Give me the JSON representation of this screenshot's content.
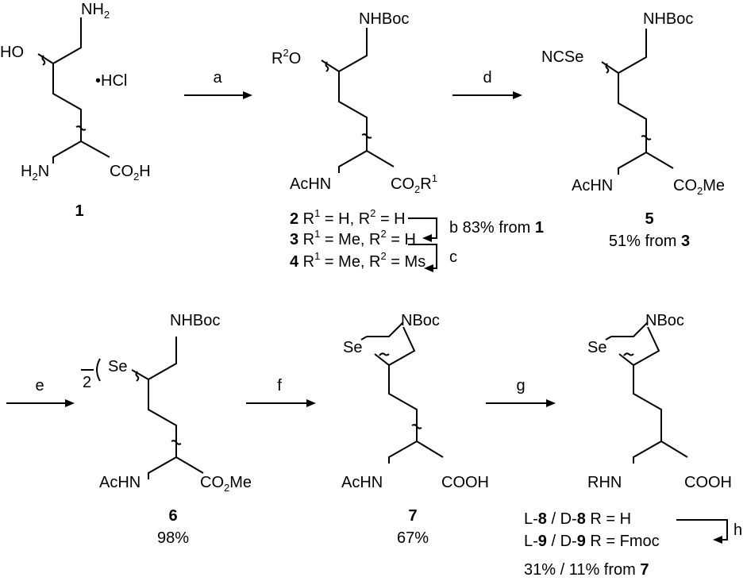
{
  "compounds": {
    "c1": {
      "nh2": "NH",
      "nh2_sub": "2",
      "ho": "HO",
      "hcl": "•HCl",
      "h2n_h": "H",
      "h2n_sub": "2",
      "h2n_n": "N",
      "co2h_co": "CO",
      "co2h_sub": "2",
      "co2h_h": "H",
      "number": "1"
    },
    "c2": {
      "nhboc": "NHBoc",
      "r2o_r": "R",
      "r2o_sup": "2",
      "r2o_o": "O",
      "achn": "AcHN",
      "co2r1_co": "CO",
      "co2r1_sub": "2",
      "co2r1_r": "R",
      "co2r1_sup": "1"
    },
    "c5": {
      "nhboc": "NHBoc",
      "ncse": "NCSe",
      "achn": "AcHN",
      "co2me_co": "CO",
      "co2me_sub": "2",
      "co2me_me": "Me",
      "number": "5",
      "yield_text": "51% from ",
      "yield_ref": "3"
    },
    "c6": {
      "nhboc": "NHBoc",
      "se": "Se",
      "dimer": "2",
      "achn": "AcHN",
      "co2me_co": "CO",
      "co2me_sub": "2",
      "co2me_me": "Me",
      "number": "6",
      "yield": "98%"
    },
    "c7": {
      "nboc": "NBoc",
      "se": "Se",
      "achn": "AcHN",
      "cooh": "COOH",
      "number": "7",
      "yield": "67%"
    },
    "c8": {
      "nboc": "NBoc",
      "se": "Se",
      "rhn": "RHN",
      "cooh": "COOH"
    }
  },
  "series_2_4": {
    "row2": {
      "num": "2",
      "r1": " R",
      "r1_sup": "1",
      "r1_val": " = H, R",
      "r2_sup": "2",
      "r2_val": " = H"
    },
    "row3": {
      "num": "3",
      "r1": " R",
      "r1_sup": "1",
      "r1_val": " = Me, R",
      "r2_sup": "2",
      "r2_val": " = H"
    },
    "row4": {
      "num": "4",
      "r1": " R",
      "r1_sup": "1",
      "r1_val": " = Me, R",
      "r2_sup": "2",
      "r2_val": " = Ms"
    },
    "step_b": {
      "letter": "b",
      "text": " 83% from ",
      "ref": "1"
    },
    "step_c": {
      "letter": "c"
    }
  },
  "series_8_9": {
    "row8": {
      "l": "L-",
      "l_num": "8",
      "sep": " / D-",
      "d_num": "8",
      "tail": " R = H"
    },
    "row9": {
      "l": "L-",
      "l_num": "9",
      "sep": " / D-",
      "d_num": "9",
      "tail": " R = Fmoc"
    },
    "step_h": {
      "letter": "h"
    },
    "yield_text": "31% / 11% from ",
    "yield_ref": "7"
  },
  "arrows": {
    "a": "a",
    "d": "d",
    "e": "e",
    "f": "f",
    "g": "g"
  }
}
